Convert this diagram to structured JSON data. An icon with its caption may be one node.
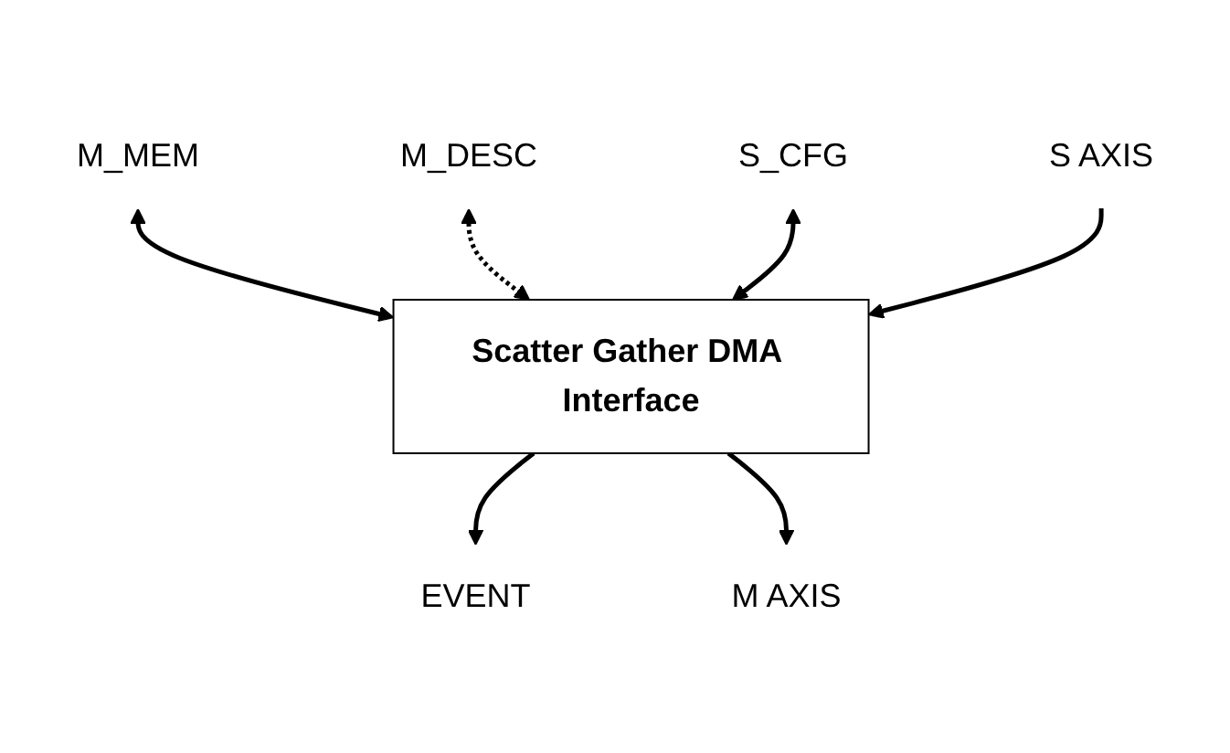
{
  "diagram": {
    "nodes": [
      {
        "text": [
          "Scatter Gather DMA Interface"
        ]
      },
      {
        "text": [
          "M_MEM"
        ]
      },
      {
        "text": [
          "M_DESC"
        ]
      },
      {
        "text": [
          "S_CFG"
        ]
      },
      {
        "text": [
          "EVENT"
        ]
      },
      {
        "text": [
          "S AXIS"
        ]
      },
      {
        "text": [
          "M AXIS"
        ]
      }
    ],
    "edges": [
      {
        "from": 1,
        "to": 0,
        "arrow": "both"
      },
      {
        "from": 2,
        "to": 0,
        "arrow": "both",
        "style": "dashed"
      },
      {
        "from": 3,
        "to": 0,
        "arrow": "both"
      },
      {
        "from": 0,
        "to": 4,
        "arrow": "to"
      },
      {
        "from": 5,
        "to": 0,
        "arrow": "to"
      },
      {
        "from": 0,
        "to": 6,
        "arrow": "to"
      }
    ]
  }
}
